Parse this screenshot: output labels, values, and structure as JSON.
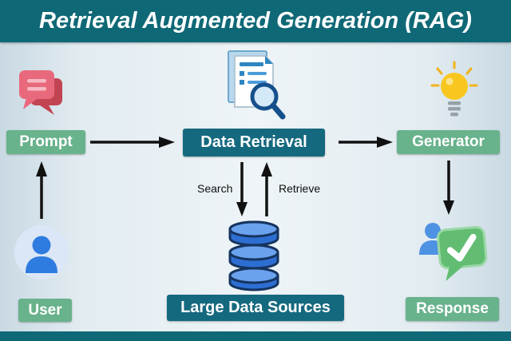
{
  "title": "Retrieval Augmented Generation (RAG)",
  "nodes": {
    "prompt": {
      "label": "Prompt"
    },
    "data_retrieval": {
      "label": "Data Retrieval"
    },
    "generator": {
      "label": "Generator"
    },
    "user": {
      "label": "User"
    },
    "large_data_sources": {
      "label": "Large Data Sources"
    },
    "response": {
      "label": "Response"
    }
  },
  "flow_labels": {
    "search": "Search",
    "retrieve": "Retrieve"
  },
  "icons": {
    "prompt": "chat-bubble-icon",
    "data_retrieval": "document-search-icon",
    "generator": "lightbulb-icon",
    "user": "person-icon",
    "large_data_sources": "database-icon",
    "response": "chat-check-icon"
  },
  "colors": {
    "header_bar": "#0f6876",
    "teal_node": "#15697f",
    "green_node": "#68b28c",
    "arrow": "#111111",
    "background": "#e3edf2"
  }
}
